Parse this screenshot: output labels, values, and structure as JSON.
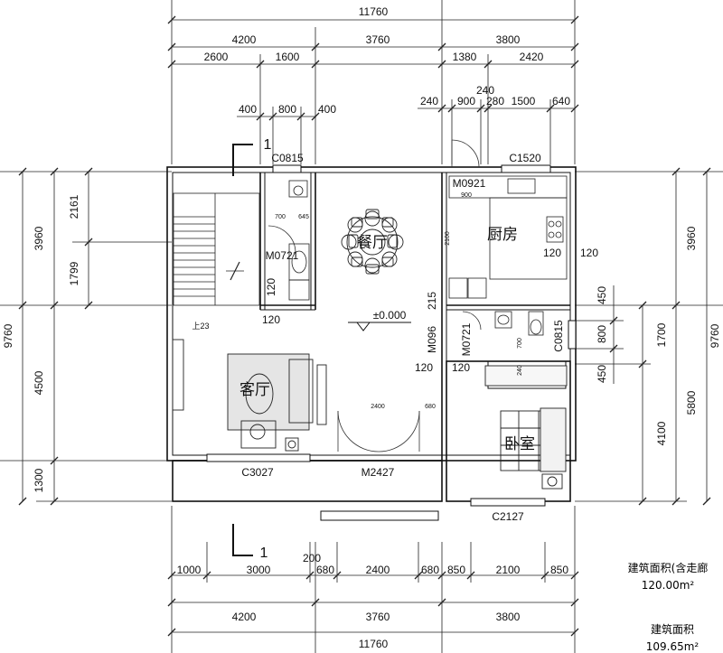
{
  "dims": {
    "top_total": "11760",
    "top_row1": [
      "4200",
      "3760",
      "3800"
    ],
    "top_row2": [
      "2600",
      "1600",
      "1380",
      "2420"
    ],
    "top_row3": [
      "400",
      "800",
      "400"
    ],
    "top_row3b": [
      "240",
      "900",
      "280",
      "1500",
      "640"
    ],
    "top_240b": "240",
    "bottom_total": "11760",
    "bottom_row1": [
      "4200",
      "3760",
      "3800"
    ],
    "bottom_row2": [
      "1000",
      "3000",
      "680",
      "2400",
      "680",
      "850",
      "2100",
      "850"
    ],
    "bottom_200": "200",
    "left_total": "9760",
    "left_row1": [
      "3960",
      "4500",
      "1300"
    ],
    "left_row2": [
      "2161",
      "1799"
    ],
    "right_total": "9760",
    "right_row1": [
      "3960",
      "5800"
    ],
    "right_row2": [
      "1700",
      "4100"
    ],
    "right_row3": [
      "450",
      "800",
      "450"
    ],
    "inner_120": "120",
    "inner_215": "215",
    "inner_2400": "2400",
    "inner_680": "680",
    "inner_900": "900",
    "inner_700a": "700",
    "inner_645": "645",
    "inner_2100": "2100",
    "inner_700b": "700",
    "inner_240": "240"
  },
  "labels": {
    "c0815_top": "C0815",
    "c1520": "C1520",
    "m0921": "M0921",
    "m0721_a": "M0721",
    "m0721_b": "M0721",
    "m096": "M096",
    "c0815_side": "C0815",
    "c3027": "C3027",
    "m2427": "M2427",
    "c2127": "C2127",
    "level": "±0.000",
    "stair_up": "上23",
    "section_mark": "1",
    "section_mark_bottom": "1"
  },
  "rooms": {
    "kitchen": "厨房",
    "dining": "餐厅",
    "living": "客厅",
    "bedroom": "卧室"
  },
  "area_info": {
    "label1": "建筑面积(含走廊",
    "value1": "120.00m²",
    "label2": "建筑面积",
    "value2": "109.65m²"
  }
}
